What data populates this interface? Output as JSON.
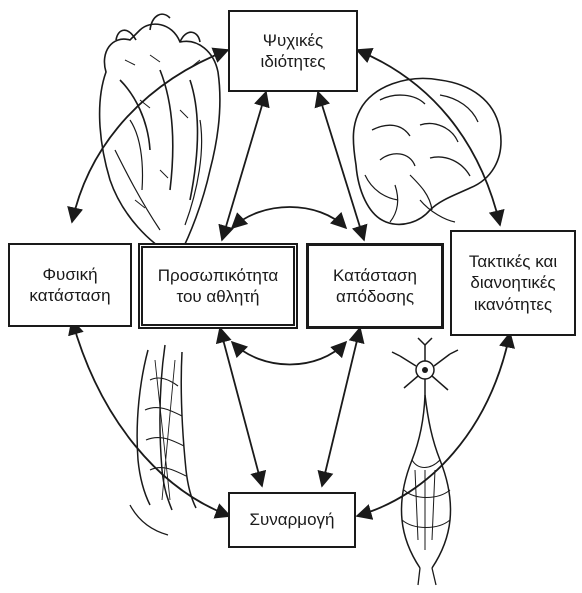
{
  "diagram": {
    "nodes": {
      "psychic": {
        "line1": "Ψυχικές",
        "line2": "ιδιότητες"
      },
      "physical": {
        "line1": "Φυσική",
        "line2": "κατάσταση"
      },
      "personality": {
        "line1": "Προσωπικότητα",
        "line2": "του αθλητή"
      },
      "performance": {
        "line1": "Κατάσταση",
        "line2": "απόδοσης"
      },
      "tactical": {
        "line1": "Τακτικές και",
        "line2": "διανοητικές",
        "line3": "ικανότητες"
      },
      "coordination": {
        "line1": "Συναρμογή"
      }
    },
    "illustrations": [
      "heart-illustration",
      "brain-illustration",
      "muscle-illustration",
      "neuron-illustration"
    ],
    "line_color": "#1a1a1a"
  }
}
